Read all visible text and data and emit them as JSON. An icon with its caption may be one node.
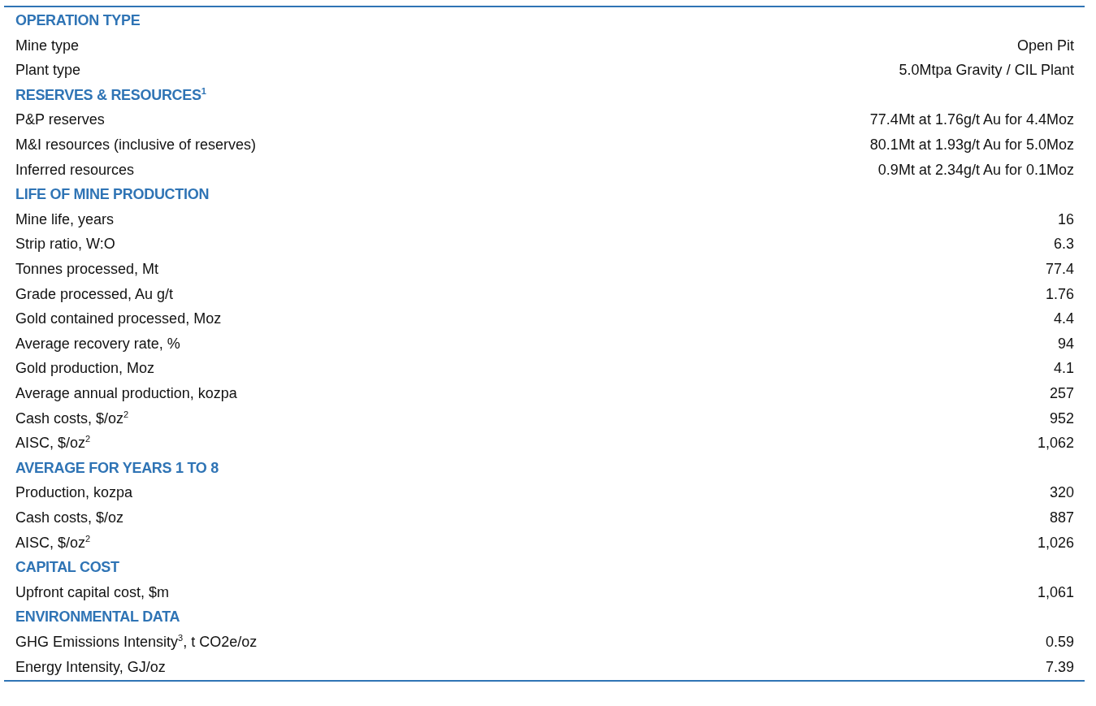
{
  "diagram": {
    "labels": [
      "OPERATION TYPE",
      "Mine type",
      "Open Pit",
      "Plant type",
      "5.0Mtpa Gravity / CIL Plant",
      "RESERVES & RESOURCES$^{1}$",
      "P&P reserves",
      "77.4Mt at 1.76g/t Au for 4.4Moz",
      "M&I resources (inclusive of reserves)",
      "80.1Mt at 1.93g/t Au for 5.0Moz",
      "Inferred resources",
      "0.9Mt at 2.34g/t Au for 0.1Moz",
      "LIFE OF MINE PRODUCTION",
      "Mine life, years",
      "16",
      "Strip ratio, W:O",
      "6.3",
      "Tonnes processed, Mt",
      "77.4",
      "Grade processed, Au g/t",
      "1.76",
      "Gold contained processed, Moz",
      "4.4",
      "Average recovery rate, %",
      "94",
      "Gold production, Moz",
      "4.1",
      "Average annual production, kozpa",
      "257",
      "Cash costs, $/oz$^{2}$",
      "952",
      "AISC, $/oz$^{2}$",
      "1,062",
      "AVERAGE FOR YEARS 1 TO 8",
      "Production, kozpa",
      "320",
      "Cash costs, $/oz",
      "887",
      "AISC, $/oz$^{2}$",
      "1,026",
      "CAPITAL COST",
      "Upfront capital cost, $m",
      "1,061",
      "ENVIRONMENTAL DATA",
      "GHG Emissions Intensity$^{3}$, t CO2e/oz",
      "0.59",
      "Energy Intensity, GJ/oz",
      "7.39"
    ]
  }
}
